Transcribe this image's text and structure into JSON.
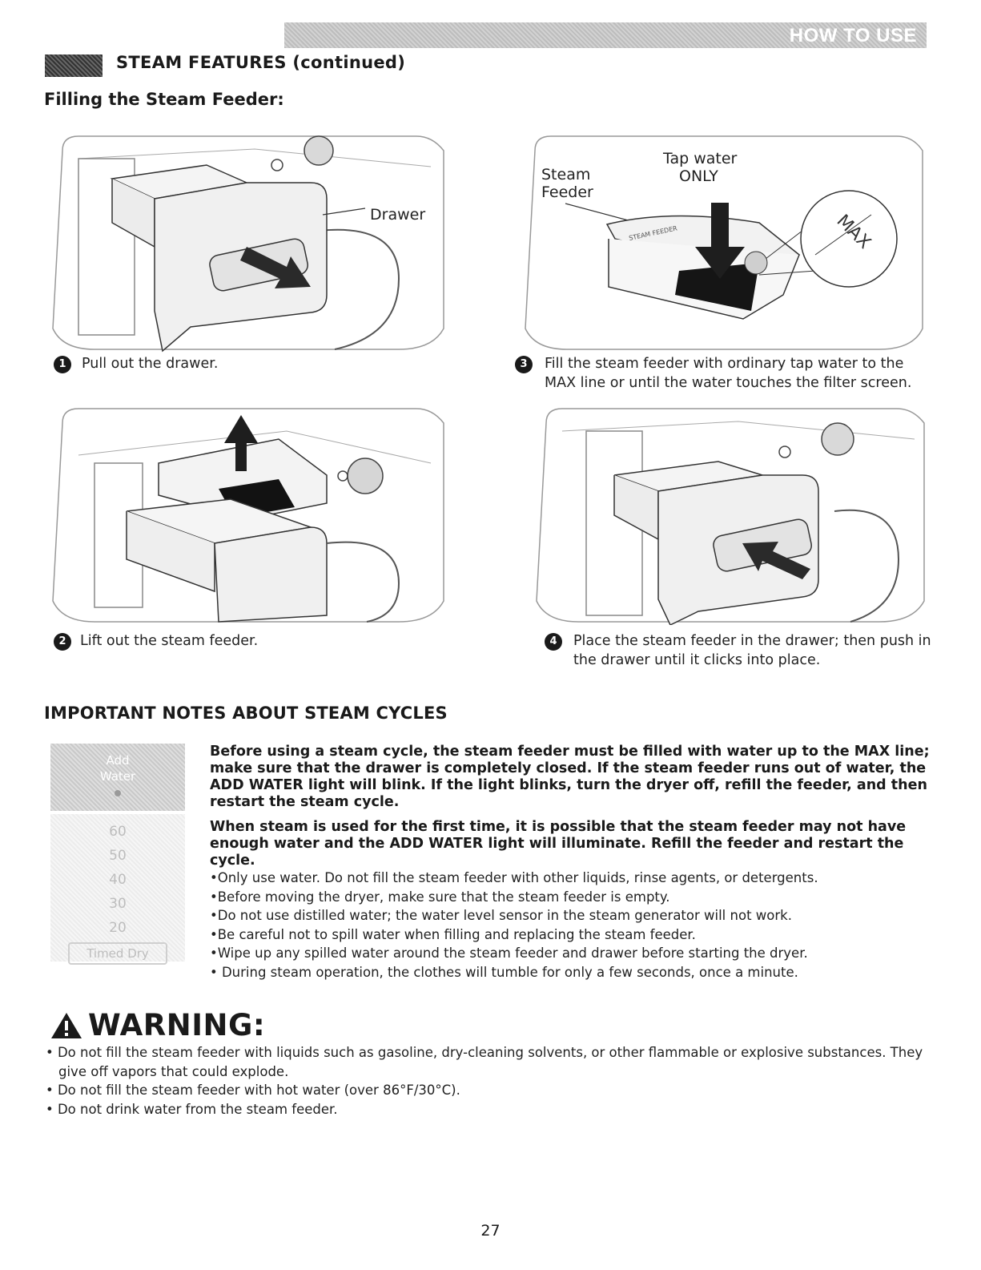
{
  "header": {
    "tab_label": "HOW TO USE"
  },
  "section": {
    "title": "STEAM FEATURES (continued)",
    "subtitle": "Filling the Steam Feeder:"
  },
  "steps": [
    {
      "number": "1",
      "caption": "Pull out the drawer.",
      "callout": "Drawer"
    },
    {
      "number": "2",
      "caption": "Lift out the steam feeder."
    },
    {
      "number": "3",
      "caption_line1": "Fill the steam feeder with ordinary tap water to the",
      "caption_line2": "MAX line or until the water touches the filter screen.",
      "callout_steam": "Steam",
      "callout_feeder": "Feeder",
      "callout_tap": "Tap water",
      "callout_only": "ONLY",
      "max_label": "MAX",
      "feeder_label": "STEAM FEEDER"
    },
    {
      "number": "4",
      "caption_line1": "Place the steam feeder in the drawer; then push in",
      "caption_line2": "the drawer until it clicks into place."
    }
  ],
  "notes": {
    "title": "IMPORTANT NOTES ABOUT STEAM CYCLES",
    "panel": {
      "add": "Add",
      "water": "Water",
      "levels": [
        "60",
        "50",
        "40",
        "30",
        "20"
      ],
      "timed_dry": "Timed Dry"
    },
    "para1": "Before using a steam cycle, the steam feeder must be filled with water up to the MAX line; make sure that the drawer is completely closed. If the steam feeder runs out of water, the ADD WATER light will blink. If the light blinks, turn the dryer off, refill the feeder, and then restart the steam cycle.",
    "para2": "When steam is used for the first time, it is possible that the steam feeder may not have enough water and the ADD WATER light will illuminate. Refill the feeder and restart the cycle.",
    "bullets": [
      "•Only use water. Do not fill the steam feeder with other liquids, rinse agents, or detergents.",
      "•Before moving the dryer, make sure that the steam feeder is empty.",
      "•Do not use distilled water; the water level sensor in the steam generator will not work.",
      "•Be careful not to spill water when filling and replacing the steam feeder.",
      "•Wipe up any spilled water around the steam feeder and drawer before starting the dryer.",
      "• During steam operation, the clothes will tumble for only a few seconds, once a minute."
    ]
  },
  "warning": {
    "title": "WARNING:",
    "items": [
      "• Do not fill the steam feeder with liquids such as gasoline, dry-cleaning solvents, or other flammable or explosive substances. They give off vapors that could explode.",
      "• Do not fill the steam feeder with hot water (over 86°F/30°C).",
      "• Do not drink water from the steam feeder."
    ]
  },
  "footer": {
    "page_number": "27"
  }
}
